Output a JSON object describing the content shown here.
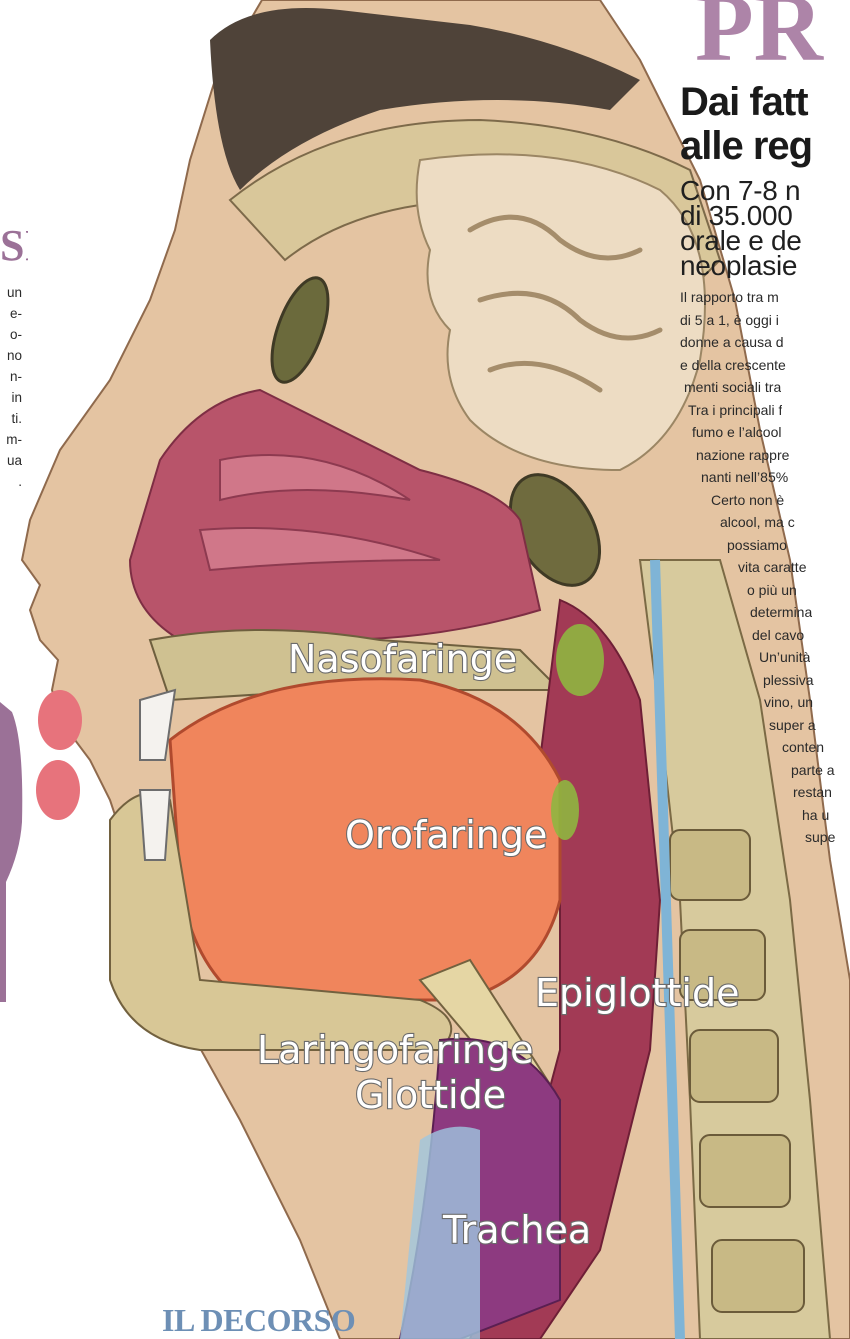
{
  "left_column": {
    "heading_fragment": "SI",
    "text_lines": [
      "un",
      "e-",
      "o-",
      "no",
      "n-",
      "in",
      "ti.",
      "m-",
      "ua",
      "."
    ]
  },
  "illustration": {
    "labels": {
      "nasofaringe": "Nasofaringe",
      "orofaringe": "Orofaringe",
      "epiglottide": "Epiglottide",
      "laringofaringe": "Laringofaringe",
      "glottide": "Glottide",
      "trachea": "Trachea"
    }
  },
  "article": {
    "title_fragment": "PR",
    "subtitle_lines": [
      "Dai fatt",
      "alle reg"
    ],
    "lead_lines": [
      "Con 7-8 n",
      "di 35.000",
      "orale e de",
      "neoplasie"
    ],
    "body_lines": [
      "Il rapporto tra m",
      "di 5 a 1, è oggi i",
      "donne a causa d",
      "e della crescente",
      "menti sociali tra",
      "Tra i principali f",
      "fumo e l’alcool",
      "nazione rappre",
      "nanti nell’85%",
      "Certo non è",
      "alcool, ma c",
      "possiamo",
      "vita caratte",
      "o più un",
      "determina",
      "del cavo",
      "Un’unità",
      "plessiva",
      "vino, un",
      "super a",
      "conten",
      "parte a",
      "restan",
      "ha u",
      "supe"
    ]
  },
  "section_heading": "IL DECORSO"
}
